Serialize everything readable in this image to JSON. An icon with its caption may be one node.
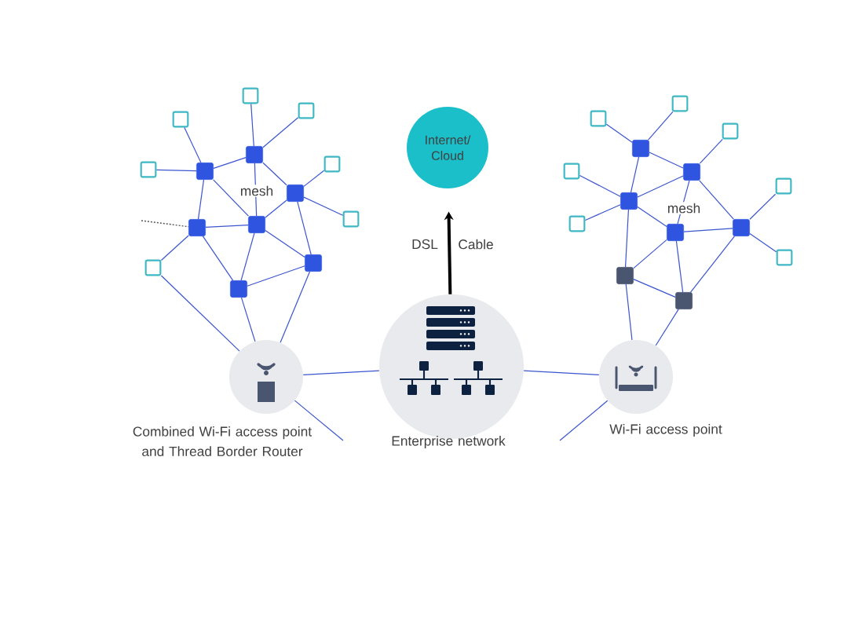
{
  "diagram": {
    "nodes": [
      {
        "text": [
          "Internet/ Cloud"
        ]
      },
      {
        "text": [],
        "shape": "box"
      },
      {
        "text": [],
        "shape": "box"
      },
      {
        "text": [],
        "shape": "box"
      },
      {
        "text": [],
        "shape": "box"
      },
      {
        "text": [],
        "shape": "box"
      },
      {
        "text": [],
        "shape": "box"
      },
      {
        "text": [],
        "shape": "box"
      },
      {
        "text": [],
        "shape": "box"
      },
      {
        "text": [],
        "shape": "box"
      },
      {
        "text": [],
        "shape": "box"
      },
      {
        "text": [],
        "shape": "box"
      },
      {
        "text": [],
        "shape": "box"
      },
      {
        "text": [],
        "shape": "box"
      },
      {
        "text": [],
        "shape": "box"
      },
      {
        "text": [],
        "shape": "box"
      },
      {
        "text": [],
        "shape": "box"
      },
      {
        "text": [],
        "shape": "box"
      },
      {
        "text": [],
        "shape": "box"
      },
      {
        "text": [],
        "shape": "box"
      },
      {
        "text": [],
        "shape": "box"
      },
      {
        "text": [],
        "shape": "box"
      },
      {
        "text": [],
        "shape": "box"
      },
      {
        "text": [],
        "shape": "box"
      },
      {
        "text": [],
        "shape": "box"
      },
      {
        "text": [],
        "shape": "box"
      },
      {
        "text": [],
        "shape": "box"
      },
      {
        "text": [],
        "shape": "box"
      },
      {
        "text": [],
        "shape": "box"
      },
      {
        "text": [
          "Combined Wi-Fi access point and Thread Border Router"
        ]
      },
      {
        "text": [
          "Enterprise network"
        ]
      },
      {
        "text": [
          "Wi-Fi access point"
        ]
      }
    ],
    "edges": [
      {
        "from": 1,
        "to": 8,
        "arrow": "none"
      },
      {
        "from": 4,
        "to": 8,
        "arrow": "none"
      },
      {
        "from": 2,
        "to": 9,
        "arrow": "none"
      },
      {
        "from": 3,
        "to": 9,
        "arrow": "none"
      },
      {
        "from": 8,
        "to": 9,
        "arrow": "none"
      },
      {
        "from": 8,
        "to": 11,
        "arrow": "none"
      },
      {
        "from": 8,
        "to": 12,
        "arrow": "none"
      },
      {
        "from": 9,
        "to": 10,
        "arrow": "none"
      },
      {
        "from": 9,
        "to": 12,
        "arrow": "none"
      },
      {
        "from": 10,
        "to": 5,
        "arrow": "none"
      },
      {
        "from": 10,
        "to": 6,
        "arrow": "none"
      },
      {
        "from": 10,
        "to": 12,
        "arrow": "none"
      },
      {
        "from": 10,
        "to": 13,
        "arrow": "none"
      },
      {
        "from": 11,
        "to": 12,
        "arrow": "none"
      },
      {
        "from": 11,
        "to": 14,
        "arrow": "none"
      },
      {
        "from": 11,
        "to": 7,
        "arrow": "none"
      },
      {
        "from": 12,
        "to": 14,
        "arrow": "none"
      },
      {
        "from": 12,
        "to": 13,
        "arrow": "none"
      },
      {
        "from": 13,
        "to": 14,
        "arrow": "none"
      },
      {
        "from": null,
        "to": 11,
        "arrow": "none",
        "style": "dashed",
        "color": "#555555"
      },
      {
        "from": 7,
        "to": 29,
        "arrow": "none"
      },
      {
        "from": 14,
        "to": 29,
        "arrow": "none"
      },
      {
        "from": 13,
        "to": 29,
        "arrow": "none"
      },
      {
        "from": 29,
        "to": 30,
        "arrow": "none"
      },
      {
        "from": 29,
        "to": null,
        "arrow": "none"
      },
      {
        "from": 30,
        "to": 31,
        "arrow": "none"
      },
      {
        "from": 31,
        "to": null,
        "arrow": "none"
      },
      {
        "from": 30,
        "to": 0,
        "arrow": "to",
        "style": "thick",
        "color": "#000000"
      },
      {
        "from": 15,
        "to": 22,
        "arrow": "none"
      },
      {
        "from": 16,
        "to": 22,
        "arrow": "none"
      },
      {
        "from": 22,
        "to": 23,
        "arrow": "none"
      },
      {
        "from": 22,
        "to": 24,
        "arrow": "none"
      },
      {
        "from": 17,
        "to": 23,
        "arrow": "none"
      },
      {
        "from": 23,
        "to": 24,
        "arrow": "none"
      },
      {
        "from": 23,
        "to": 25,
        "arrow": "none"
      },
      {
        "from": 23,
        "to": 26,
        "arrow": "none"
      },
      {
        "from": 18,
        "to": 24,
        "arrow": "none"
      },
      {
        "from": 19,
        "to": 24,
        "arrow": "none"
      },
      {
        "from": 24,
        "to": 25,
        "arrow": "none"
      },
      {
        "from": 24,
        "to": 27,
        "arrow": "none"
      },
      {
        "from": 25,
        "to": 26,
        "arrow": "none"
      },
      {
        "from": 25,
        "to": 27,
        "arrow": "none"
      },
      {
        "from": 25,
        "to": 28,
        "arrow": "none"
      },
      {
        "from": 26,
        "to": 20,
        "arrow": "none"
      },
      {
        "from": 26,
        "to": 21,
        "arrow": "none"
      },
      {
        "from": 26,
        "to": 28,
        "arrow": "none"
      },
      {
        "from": 27,
        "to": 28,
        "arrow": "none"
      },
      {
        "from": 27,
        "to": 31,
        "arrow": "none"
      },
      {
        "from": 28,
        "to": 31,
        "arrow": "none"
      }
    ],
    "labels": [
      "mesh",
      "DSL",
      "Cable",
      "mesh"
    ]
  }
}
